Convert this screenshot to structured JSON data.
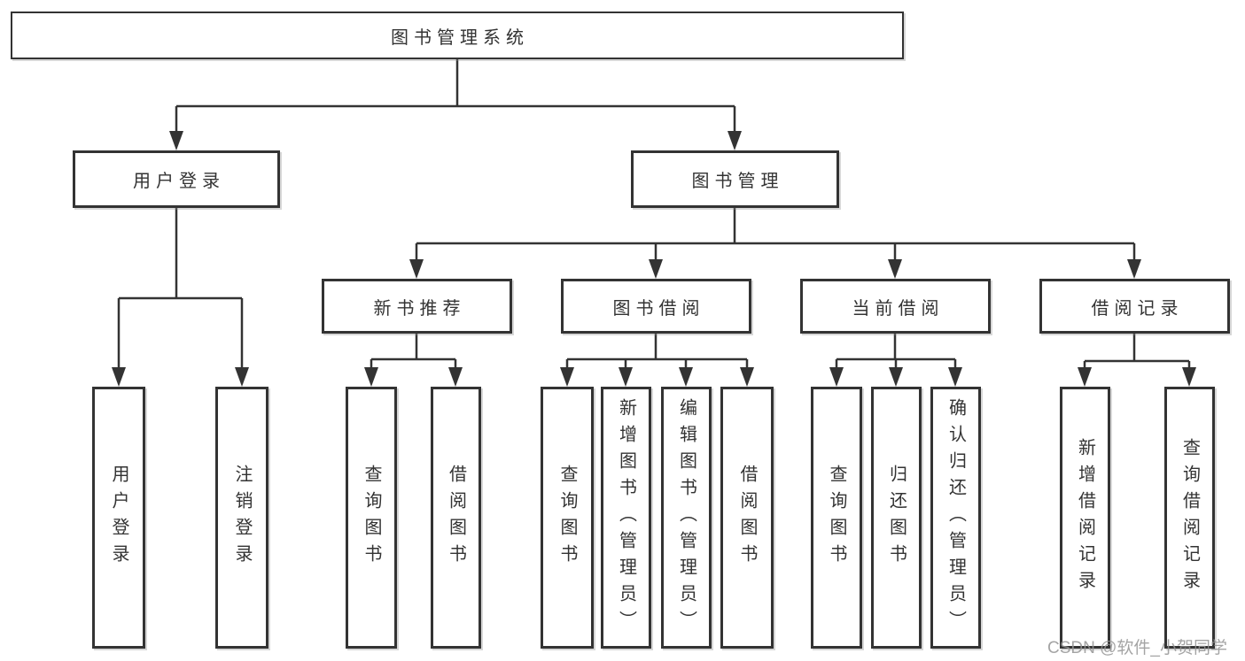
{
  "diagram": {
    "title_node": {
      "label": "图书管理系统"
    },
    "level1": [
      {
        "id": "user-login",
        "label": "用户登录"
      },
      {
        "id": "book-management",
        "label": "图书管理"
      }
    ],
    "level2": [
      {
        "id": "new-book-recommend",
        "label": "新书推荐",
        "parent": "图书管理"
      },
      {
        "id": "book-borrowing",
        "label": "图书借阅",
        "parent": "图书管理"
      },
      {
        "id": "current-borrowing",
        "label": "当前借阅",
        "parent": "图书管理"
      },
      {
        "id": "borrowing-records",
        "label": "借阅记录",
        "parent": "图书管理"
      }
    ],
    "leaves": [
      {
        "id": "user-login-leaf",
        "label": "用户登录",
        "parent": "用户登录"
      },
      {
        "id": "logout",
        "label": "注销登录",
        "parent": "用户登录"
      },
      {
        "id": "nr-query-books",
        "label": "查询图书",
        "parent": "新书推荐"
      },
      {
        "id": "nr-borrow-books",
        "label": "借阅图书",
        "parent": "新书推荐"
      },
      {
        "id": "bb-query-books",
        "label": "查询图书",
        "parent": "图书借阅"
      },
      {
        "id": "bb-add-books",
        "label": "新增图书（管理员）",
        "parent": "图书借阅"
      },
      {
        "id": "bb-edit-books",
        "label": "编辑图书（管理员）",
        "parent": "图书借阅"
      },
      {
        "id": "bb-borrow-books",
        "label": "借阅图书",
        "parent": "图书借阅"
      },
      {
        "id": "cb-query-books",
        "label": "查询图书",
        "parent": "当前借阅"
      },
      {
        "id": "cb-return-books",
        "label": "归还图书",
        "parent": "当前借阅"
      },
      {
        "id": "cb-confirm-return",
        "label": "确认归还（管理员）",
        "parent": "当前借阅"
      },
      {
        "id": "rc-add-record",
        "label": "新增借阅记录",
        "parent": "借阅记录"
      },
      {
        "id": "rc-query-record",
        "label": "查询借阅记录",
        "parent": "借阅记录"
      }
    ],
    "colors": {
      "line": "#333333",
      "text": "#333333",
      "background": "#ffffff"
    }
  },
  "watermark": {
    "text": "CSDN @软件_小贺同学"
  }
}
